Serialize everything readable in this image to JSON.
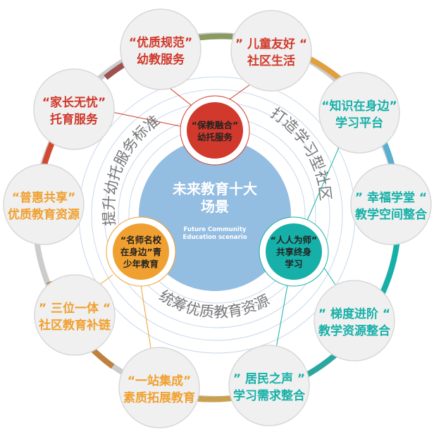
{
  "center": {
    "title_line1": "未来教育十大",
    "title_line2": "场景",
    "en_line1": "Future Community",
    "en_line2": "Education scenario"
  },
  "hubs": [
    {
      "line1": "“保教融合”",
      "line2": "幼托服务",
      "line3": "",
      "color": "#d0392b"
    },
    {
      "line1": "“名师名校",
      "line2": "在身边”青",
      "line3": "少年教育",
      "color": "#f0a030"
    },
    {
      "line1": "“人人为师”",
      "line2": "共享终身",
      "line3": "学习",
      "color": "#16b0a8"
    }
  ],
  "arc_labels": {
    "left": "提升幼托服务标准",
    "right": "打造学习型社区",
    "bottom": "统筹优质教育资源"
  },
  "scenes": [
    {
      "line1": "“优质规范”",
      "line2": "幼教服务",
      "color": "#d0392b"
    },
    {
      "line1": "” 儿童友好 “",
      "line2": "社区生活",
      "color": "#d0392b"
    },
    {
      "line1": "“知识在身边”",
      "line2": "学习平台",
      "color": "#16b0a8"
    },
    {
      "line1": "” 幸福学堂 “",
      "line2": "教学空间整合",
      "color": "#16b0a8"
    },
    {
      "line1": "” 梯度进阶 “",
      "line2": "教学资源整合",
      "color": "#16b0a8"
    },
    {
      "line1": "” 居民之声 ”",
      "line2": "学习需求整合",
      "color": "#16b0a8"
    },
    {
      "line1": "“一站集成”",
      "line2": "素质拓展教育",
      "color": "#f0a030"
    },
    {
      "line1": "” 三位一体 “",
      "line2": "社区教育补链",
      "color": "#f0a030"
    },
    {
      "line1": "“普惠共享”",
      "line2": "优质教育资源",
      "color": "#f0a030"
    },
    {
      "line1": "“家长无忧”",
      "line2": "托育服务",
      "color": "#d0392b"
    }
  ]
}
